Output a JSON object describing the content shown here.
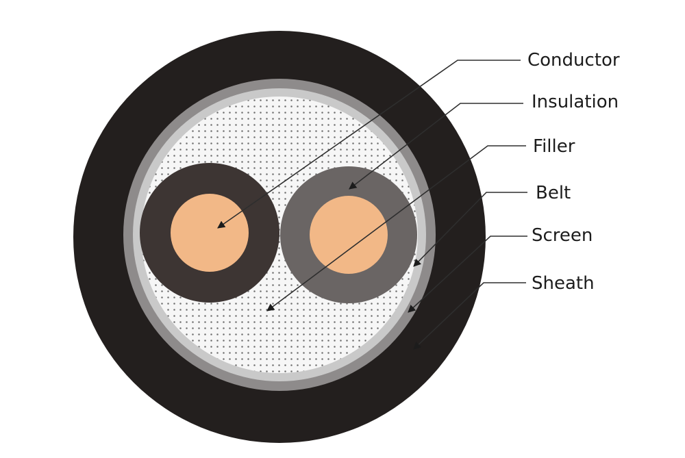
{
  "labels": {
    "conductor": "Conductor",
    "insulation": "Insulation",
    "filler": "Filler",
    "belt": "Belt",
    "screen": "Screen",
    "sheath": "Sheath"
  },
  "colors": {
    "sheath": "#231f1e",
    "screen": "#8e8b8b",
    "belt": "#c9c9c9",
    "filler": "#f6f6f6",
    "filler_dots": "#6e6e6e",
    "insulation_left": "#3d3533",
    "insulation_right": "#6a6564",
    "conductor": "#f2b887",
    "leader_line": "#3a3a3a"
  }
}
